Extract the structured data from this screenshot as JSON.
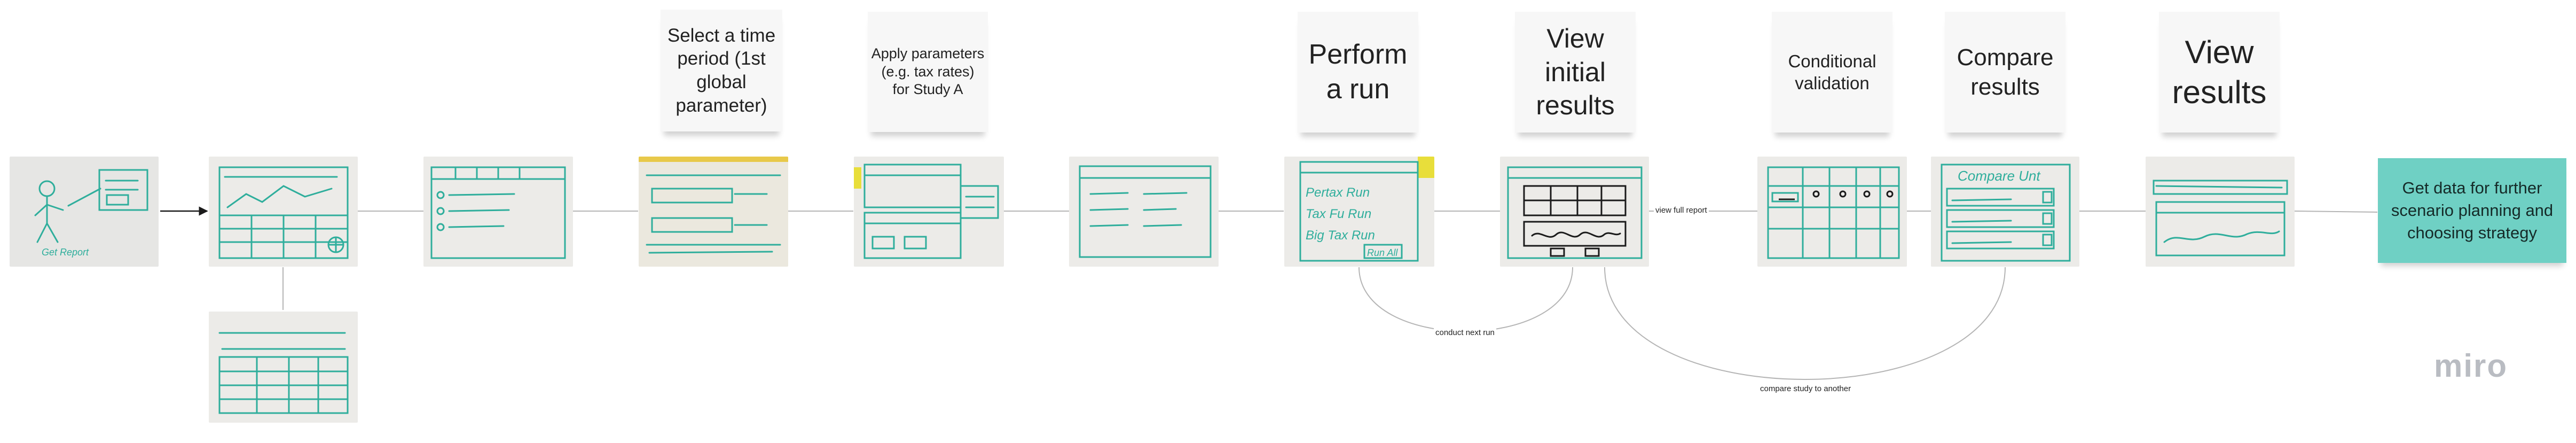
{
  "board": {
    "notes": [
      "Select a time period (1st global parameter)",
      "Apply parameters (e.g. tax rates) for Study A",
      "Perform a run",
      "View initial results",
      "Conditional validation",
      "Compare results",
      "View results"
    ],
    "final_note": "Get data for further scenario planning and choosing strategy",
    "edge_labels": {
      "view_full_report": "view full report",
      "conduct_next_run": "conduct next run",
      "compare_study": "compare study to another"
    },
    "logo": "miro",
    "sketch_captions": {
      "sketch_1": "Get Report",
      "sketch_7_rows": [
        "Pertax Run",
        "Tax Fu Run",
        "Big Tax Run",
        "Run All"
      ],
      "sketch_10_title": "Compare Unt"
    }
  },
  "colors": {
    "marker": "#2fae9c",
    "final_fill": "#6fd0c4",
    "sticky_fill": "#f7f7f7",
    "logo": "#b9bcc2"
  }
}
